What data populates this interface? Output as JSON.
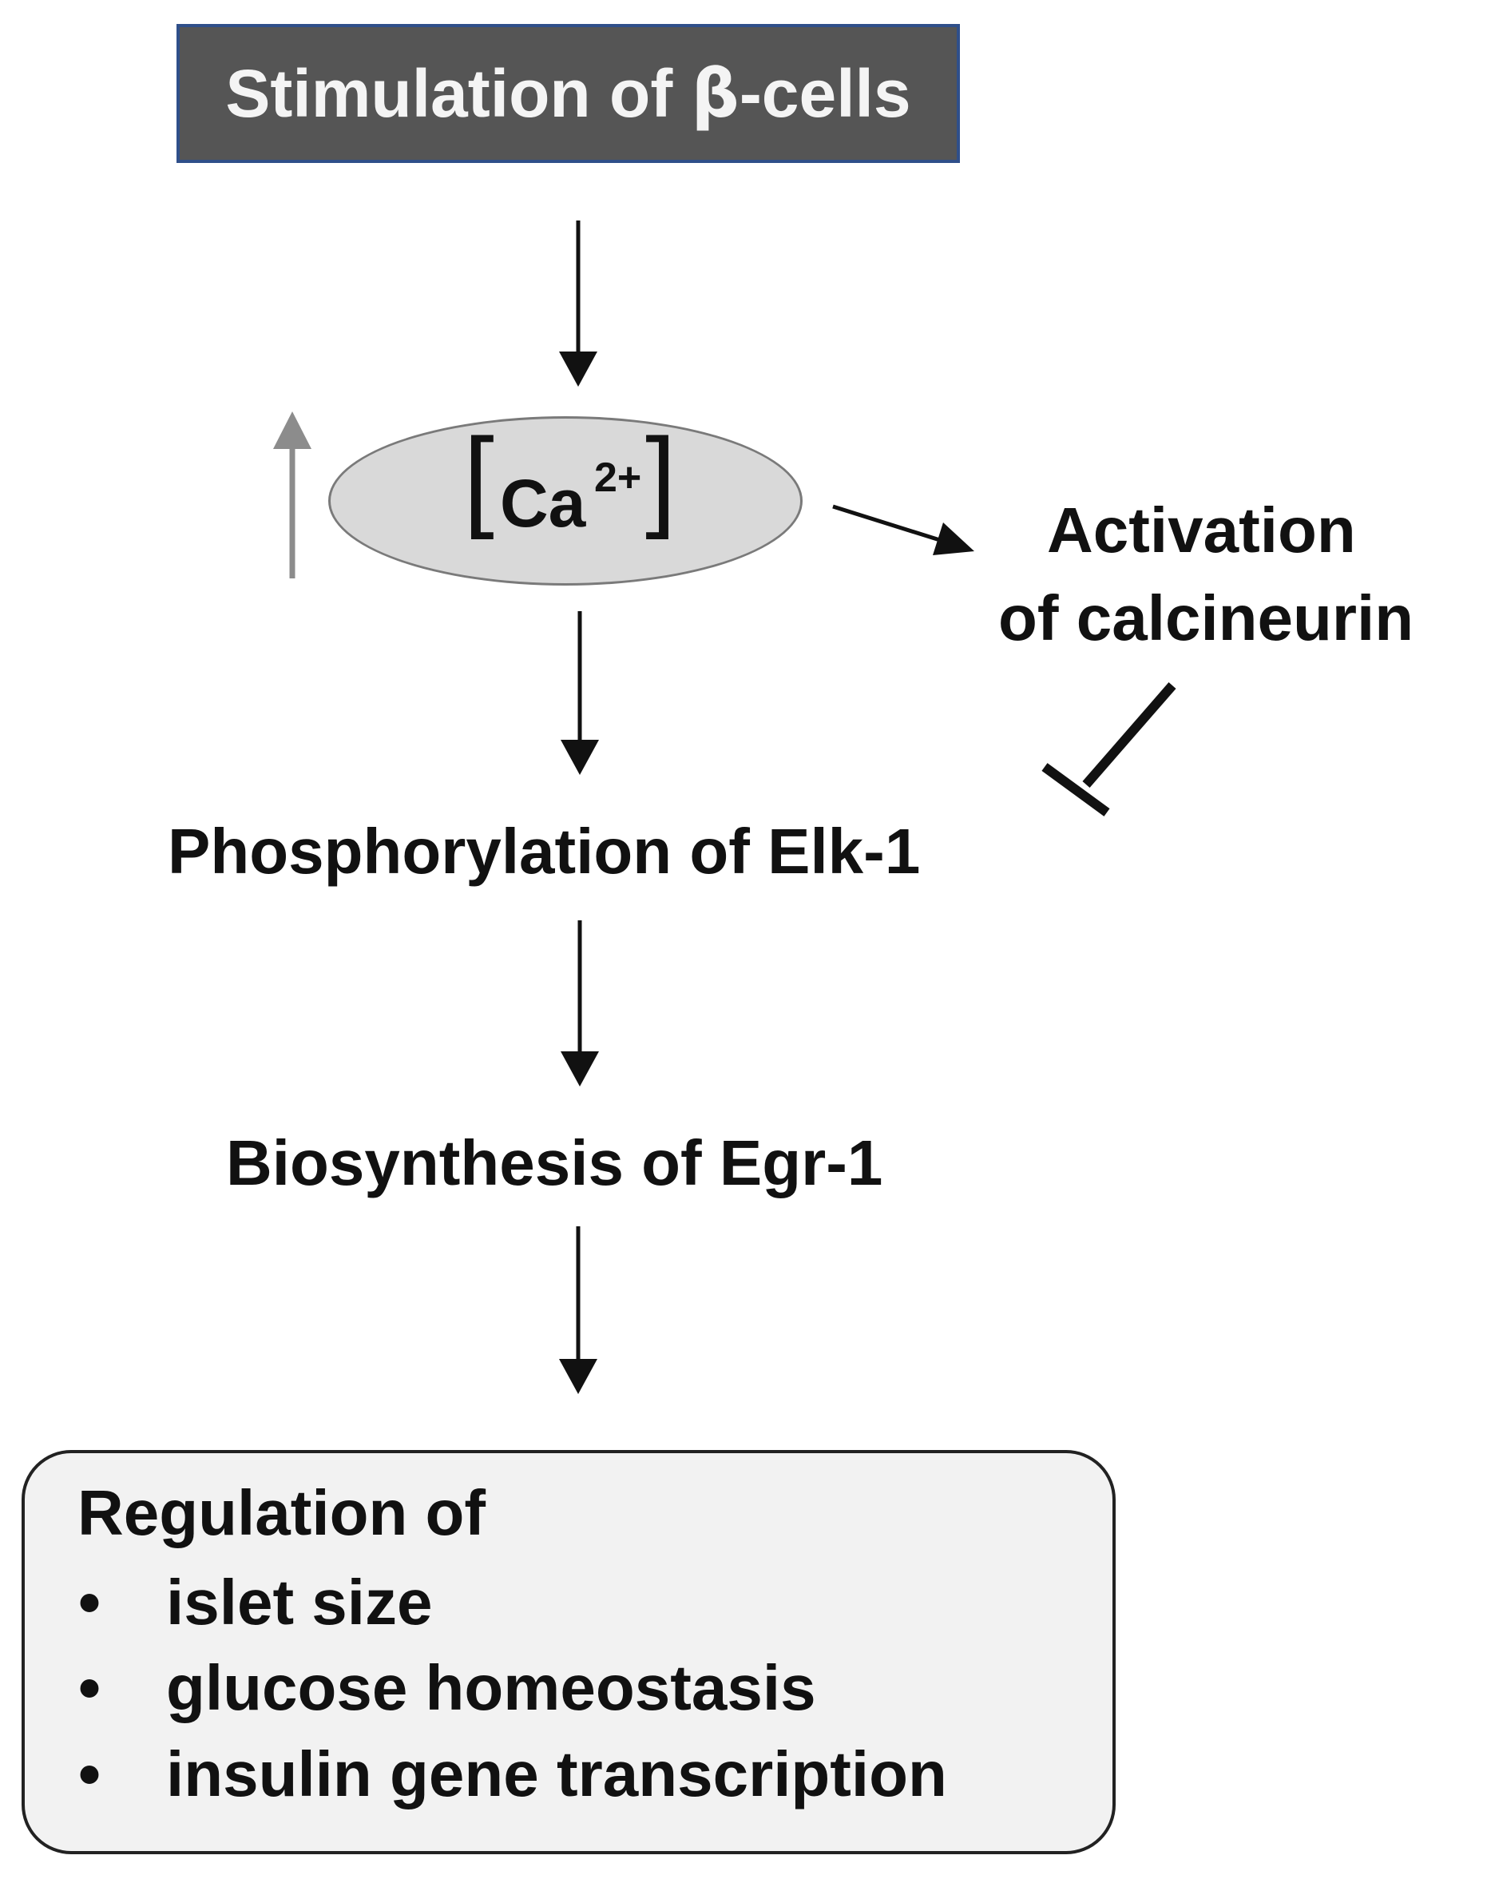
{
  "diagram": {
    "top_box": {
      "prefix": "Stimulation of ",
      "beta": "β",
      "suffix": "-cells"
    },
    "calcium": {
      "open_bracket": "[",
      "ion": "Ca",
      "charge": "2+",
      "close_bracket": "]"
    },
    "calcineurin": {
      "line1": "Activation",
      "line2": "of calcineurin"
    },
    "elk1": "Phosphorylation of Elk-1",
    "egr1": "Biosynthesis of Egr-1",
    "outcome": {
      "title": "Regulation of",
      "bullet": "•",
      "items": [
        "islet size",
        "glucose homeostasis",
        "insulin gene transcription"
      ]
    },
    "colors": {
      "top_box_fill": "#555555",
      "top_box_border": "#2f4f8a",
      "ellipse_fill": "#d9d9d9",
      "increase_arrow": "#8c8c8c",
      "outcome_fill": "#f2f2f2"
    }
  }
}
